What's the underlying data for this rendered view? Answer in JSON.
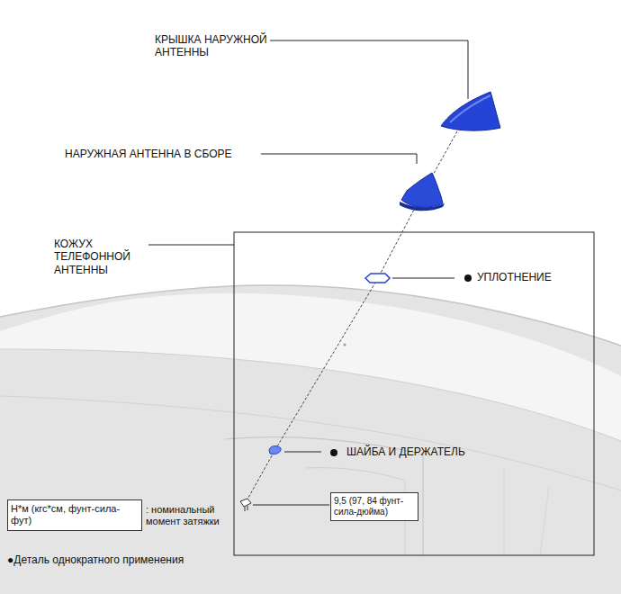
{
  "diagram": {
    "nodes": [
      {
        "text": [
          "Н*м (кгс*см, фунт-сила-фут)"
        ]
      },
      {
        "text": [
          "9,5 (97, 84 фунт-сила-дюйма)"
        ]
      }
    ],
    "labels": [
      "КРЫШКА НАРУЖНОЙ АНТЕННЫ",
      "НАРУЖНАЯ АНТЕННА В СБОРЕ",
      "КОЖУХ ТЕЛЕФОННОЙ АНТЕННЫ",
      "УПЛОТНЕНИЕ",
      "ШАЙБА И ДЕРЖАТЕЛЬ",
      ": номинальный момент затяжки",
      "●Деталь однократного применения"
    ]
  }
}
